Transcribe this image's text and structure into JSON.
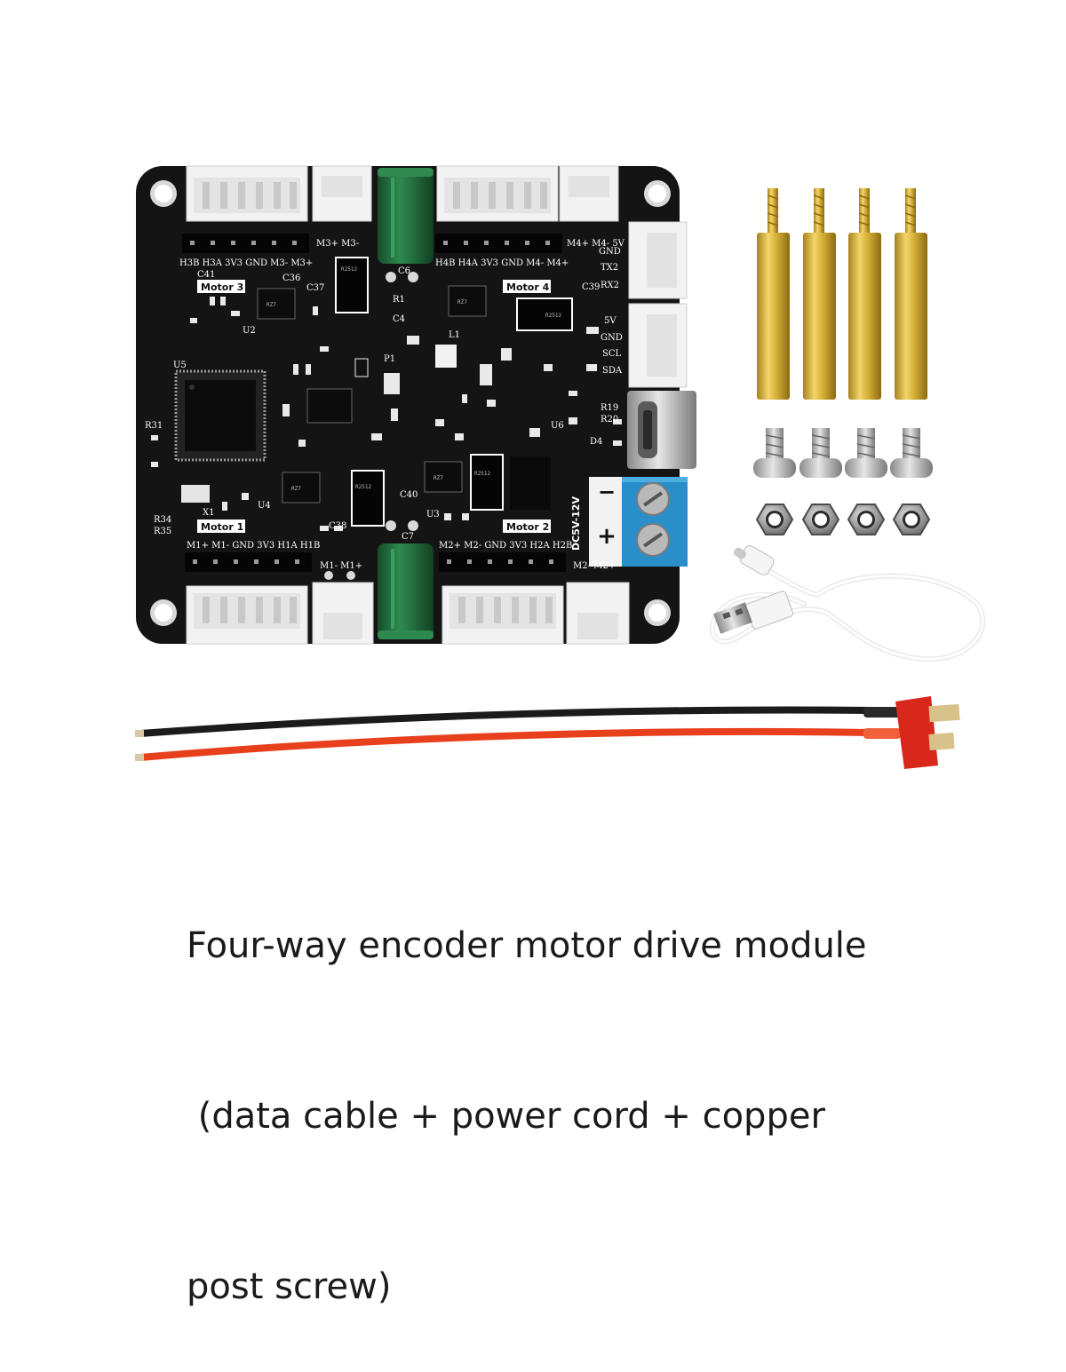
{
  "caption": {
    "line1": "Four-way encoder motor drive module",
    "line2": " (data cable + power cord + copper",
    "line3": "post screw)"
  },
  "board": {
    "motor_labels": [
      "Motor 3",
      "Motor 4",
      "Motor 1",
      "Motor 2"
    ],
    "top_left_pins": "H3B  H3A  3V3  GND  M3-  M3+",
    "top_left_small": "M3+  M3-",
    "top_right_pins": "H4B  H4A  3V3  GND  M4-  M4+",
    "top_right_small": "M4+  M4-  5V",
    "bottom_left_pins": "M1+  M1-  GND  3V3  H1A  H1B",
    "bottom_left_small": "M1-  M1+",
    "bottom_right_pins": "M2+  M2-  GND  3V3  H2A  H2B",
    "bottom_right_small": "M2-  M2+",
    "uart_pins": [
      "GND",
      "TX2",
      "RX2"
    ],
    "i2c_pins": [
      "5V",
      "GND",
      "SCL",
      "SDA"
    ],
    "power_label": "DC5V-12V",
    "power_minus": "−",
    "power_plus": "+",
    "chip_marks": [
      "R2512",
      "R2512",
      "R2512",
      "R2512"
    ],
    "designators": [
      "U5",
      "U2",
      "U4",
      "U3",
      "U6",
      "X1",
      "L1",
      "D4",
      "C41",
      "C36",
      "C37",
      "C38",
      "C39",
      "C40",
      "R31",
      "R34",
      "R35",
      "R19",
      "R20",
      "P1",
      "C6",
      "C7",
      "C4",
      "R1"
    ]
  },
  "colors": {
    "pcb": "#141414",
    "capacitor": "#1f6b3a",
    "terminal": "#2a8fc9",
    "connector": "#f2f2f2",
    "brass": "#d4af37",
    "red_wire": "#e8401c",
    "black_wire": "#1b1b1b"
  },
  "icons": [
    "mounting-hole-icon",
    "usb-c-port-icon",
    "screw-icon",
    "nut-icon"
  ]
}
